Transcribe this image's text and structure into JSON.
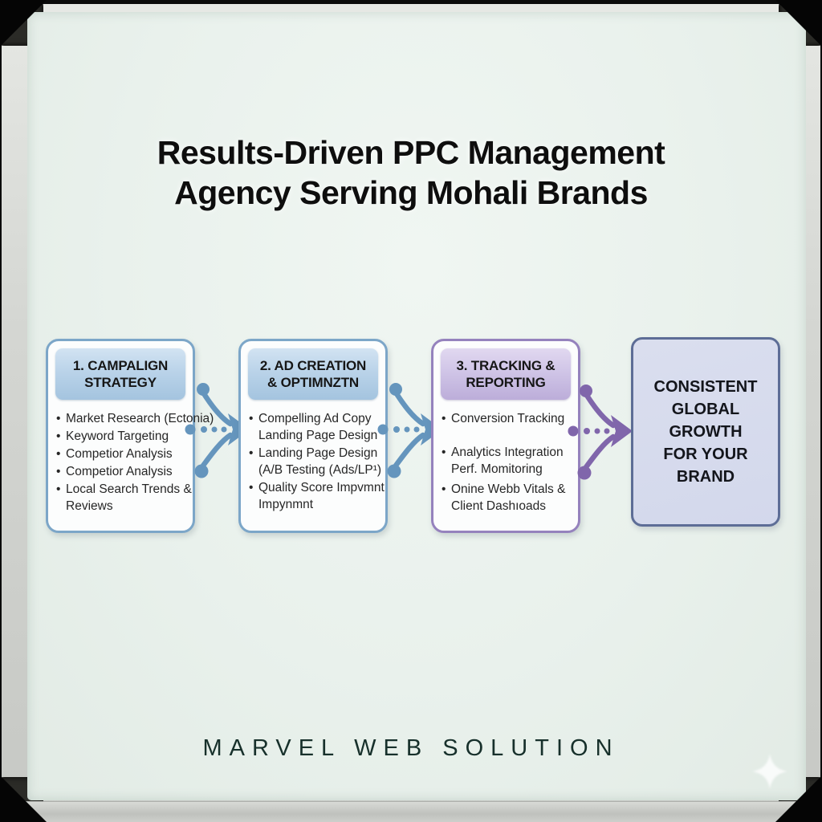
{
  "title": {
    "line1": "Results-Driven PPC Management",
    "line2": "Agency Serving Mohali Brands"
  },
  "steps": [
    {
      "name": "campaign-strategy",
      "accent": "blue",
      "header_lines": [
        "1. CAMPALIGN",
        "STRATEGY"
      ],
      "bullets": [
        [
          "Market Research (Ectonia)"
        ],
        [
          "Keyword Targeting"
        ],
        [
          "Competior Analysis"
        ],
        [
          "Competior Analysis"
        ],
        [
          "Local Search Trends &",
          "Reviews"
        ]
      ]
    },
    {
      "name": "ad-creation-optimization",
      "accent": "blue",
      "header_lines": [
        "2. AD CREATION",
        "& OPTIMNZTN"
      ],
      "bullets": [
        [
          "Compelling Ad Copy",
          "Landing Page Design"
        ],
        [
          "Landing Page Design",
          "(A/B Testing (Ads/LP¹)"
        ],
        [
          "Quality Score Impvmnt",
          "Impynmnt"
        ]
      ]
    },
    {
      "name": "tracking-reporting",
      "accent": "purple",
      "header_lines": [
        "3. TRACKING &",
        "REPORTING"
      ],
      "bullets": [
        [
          "Conversion Tracking"
        ],
        [
          "Analytics Integration",
          "Perf. Momitoring"
        ],
        [
          "Onine Webb Vitals &",
          "Client Dashıoads"
        ]
      ]
    }
  ],
  "result": {
    "lines": [
      "CONSISTENT",
      "GLOBAL",
      "GROWTH",
      "FOR YOUR",
      "BRAND"
    ]
  },
  "footer": {
    "brand": "MARVEL WEB SOLUTION"
  },
  "icons": {
    "flow_arrow": "branching-dotted-arrow-right",
    "sparkle": "four-point-star"
  },
  "colors": {
    "board_bg": "#e9f1ec",
    "frame_silver": "#d5d7d3",
    "frame_dark": "#2b2b27",
    "title_text": "#0e0e0e",
    "body_text": "#262626",
    "footer_text": "#17302b",
    "blue_accent": "#6595bd",
    "purple_accent": "#8066ab",
    "box_blue_border": "#7ca6c8",
    "box_purple_border": "#9582bd",
    "header_blue_bg": "#bad3e9",
    "header_purple_bg": "#d0c5e7",
    "box_bg": "#fcfdfd",
    "result_bg": "#d3d8ec",
    "result_border": "#5d6d96"
  }
}
